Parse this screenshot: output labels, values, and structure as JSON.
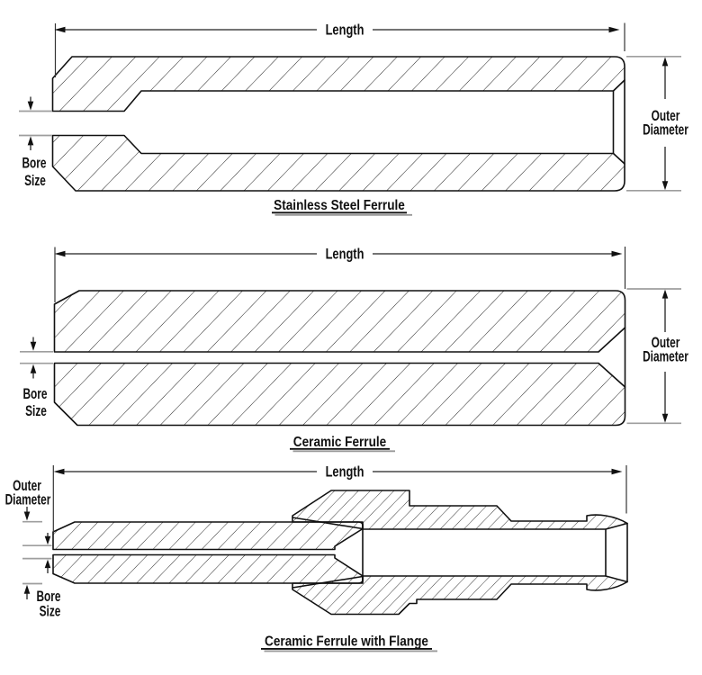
{
  "page": {
    "background": "#ffffff"
  },
  "colors": {
    "outline": "#111111",
    "hatch": "#222222",
    "dimension_line": "#222222",
    "witness_line": "#9e9e9e",
    "text": "#111111",
    "title_underline": "#111111",
    "title_underline_shadow": "#999999"
  },
  "diagrams": {
    "stainless_steel_ferrule": {
      "title": "Stainless Steel Ferrule",
      "length_label": "Length",
      "outer_diameter_label_line1": "Outer",
      "outer_diameter_label_line2": "Diameter",
      "bore_size_label_line1": "Bore",
      "bore_size_label_line2": "Size"
    },
    "ceramic_ferrule": {
      "title": "Ceramic Ferrule",
      "length_label": "Length",
      "outer_diameter_label_line1": "Outer",
      "outer_diameter_label_line2": "Diameter",
      "bore_size_label_line1": "Bore",
      "bore_size_label_line2": "Size"
    },
    "ceramic_ferrule_with_flange": {
      "title": "Ceramic Ferrule with Flange",
      "length_label": "Length",
      "outer_diameter_label_line1": "Outer",
      "outer_diameter_label_line2": "Diameter",
      "bore_size_label_line1": "Bore",
      "bore_size_label_line2": "Size"
    }
  }
}
